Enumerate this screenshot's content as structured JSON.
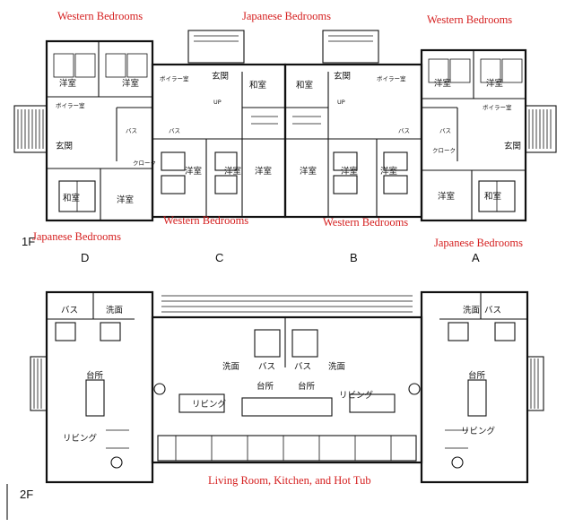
{
  "annotations": {
    "western_top_left": "Western Bedrooms",
    "japanese_top_center": "Japanese Bedrooms",
    "western_top_right": "Western Bedrooms",
    "japanese_left_bottom": "Japanese Bedrooms",
    "western_center_left": "Western Bedrooms",
    "western_center_right": "Western Bedrooms",
    "japanese_right_bottom": "Japanese Bedrooms",
    "living_kitchen": "Living Room, Kitchen, and Hot Tub"
  },
  "floor_labels": {
    "first": "1F",
    "second": "2F"
  },
  "unit_labels": {
    "d": "D",
    "c": "C",
    "b": "B",
    "a": "A"
  },
  "rooms_1f": {
    "yoshitsu": "洋室",
    "washitsu": "和室",
    "genkan": "玄関",
    "bath": "バス",
    "boiler": "ボイラー室",
    "cloak": "クローク",
    "up": "UP"
  },
  "rooms_2f": {
    "bath": "バス",
    "senmen": "洗面",
    "daidokoro": "台所",
    "living": "リビング"
  }
}
